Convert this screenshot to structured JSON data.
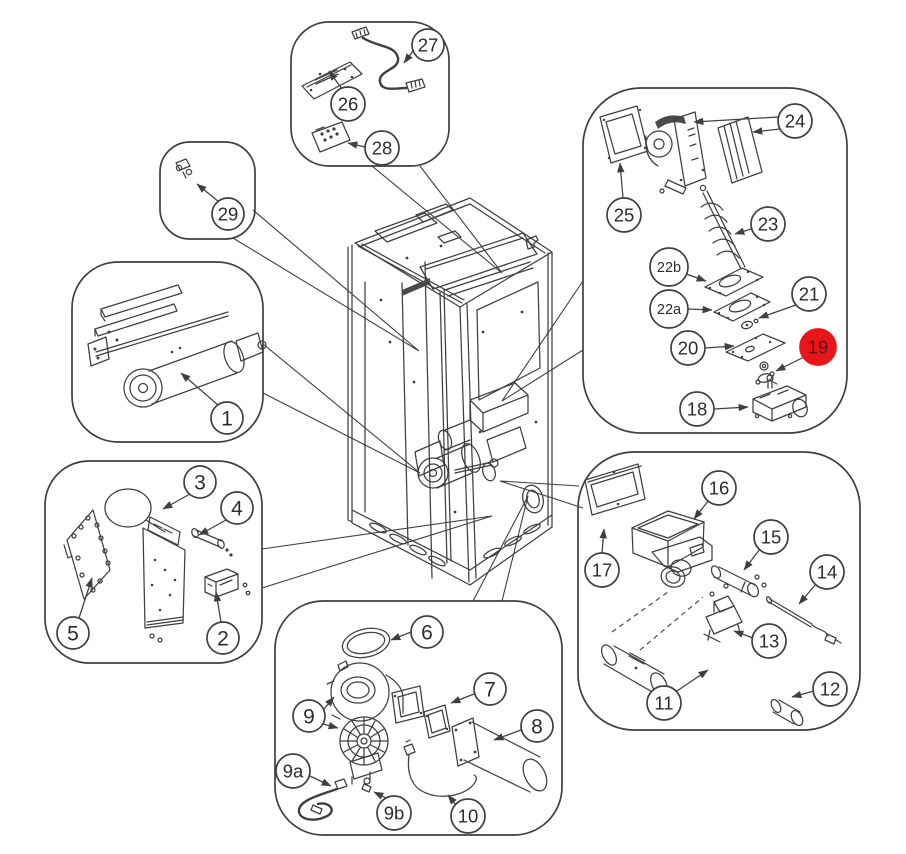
{
  "diagram": {
    "type": "exploded-parts-diagram",
    "background_color": "#ffffff",
    "line_color": "#3f3f3f",
    "highlight_color": "#e8151b",
    "highlight_text_color": "#621414",
    "callouts": [
      {
        "label": "1",
        "highlighted": false
      },
      {
        "label": "2",
        "highlighted": false
      },
      {
        "label": "3",
        "highlighted": false
      },
      {
        "label": "4",
        "highlighted": false
      },
      {
        "label": "5",
        "highlighted": false
      },
      {
        "label": "6",
        "highlighted": false
      },
      {
        "label": "7",
        "highlighted": false
      },
      {
        "label": "8",
        "highlighted": false
      },
      {
        "label": "9",
        "highlighted": false
      },
      {
        "label": "9a",
        "highlighted": false
      },
      {
        "label": "9b",
        "highlighted": false
      },
      {
        "label": "10",
        "highlighted": false
      },
      {
        "label": "11",
        "highlighted": false
      },
      {
        "label": "12",
        "highlighted": false
      },
      {
        "label": "13",
        "highlighted": false
      },
      {
        "label": "14",
        "highlighted": false
      },
      {
        "label": "15",
        "highlighted": false
      },
      {
        "label": "16",
        "highlighted": false
      },
      {
        "label": "17",
        "highlighted": false
      },
      {
        "label": "18",
        "highlighted": false
      },
      {
        "label": "19",
        "highlighted": true
      },
      {
        "label": "20",
        "highlighted": false
      },
      {
        "label": "21",
        "highlighted": false
      },
      {
        "label": "22a",
        "highlighted": false
      },
      {
        "label": "22b",
        "highlighted": false
      },
      {
        "label": "23",
        "highlighted": false
      },
      {
        "label": "24",
        "highlighted": false
      },
      {
        "label": "25",
        "highlighted": false
      },
      {
        "label": "26",
        "highlighted": false
      },
      {
        "label": "27",
        "highlighted": false
      },
      {
        "label": "28",
        "highlighted": false
      },
      {
        "label": "29",
        "highlighted": false
      }
    ]
  }
}
